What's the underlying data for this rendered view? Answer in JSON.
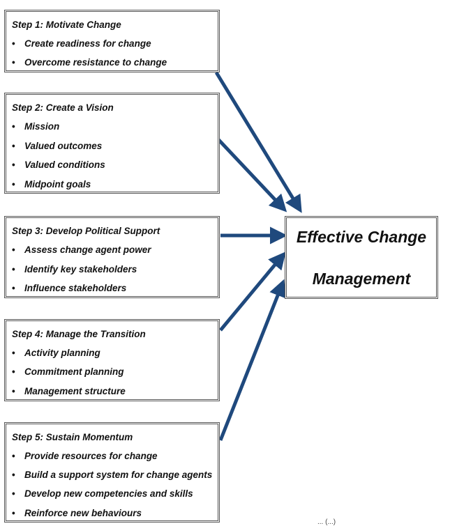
{
  "steps": [
    {
      "title": "Step 1: Motivate Change",
      "items": [
        "Create readiness for change",
        "Overcome resistance to change"
      ]
    },
    {
      "title": "Step 2: Create a Vision",
      "items": [
        "Mission",
        "Valued outcomes",
        "Valued conditions",
        "Midpoint goals"
      ]
    },
    {
      "title": "Step 3: Develop Political Support",
      "items": [
        "Assess change agent power",
        "Identify key stakeholders",
        "Influence stakeholders"
      ]
    },
    {
      "title": "Step 4: Manage the Transition",
      "items": [
        "Activity planning",
        "Commitment planning",
        "Management structure"
      ]
    },
    {
      "title": "Step 5: Sustain Momentum",
      "items": [
        "Provide resources for change",
        "Build a support system for change agents",
        "Develop new competencies and skills",
        "Reinforce new behaviours"
      ]
    }
  ],
  "target": {
    "line1": "Effective Change",
    "line2": "Management"
  },
  "bullet_glyph": "•",
  "arrow_color": "#1f497d",
  "footer_text": "... (...)"
}
